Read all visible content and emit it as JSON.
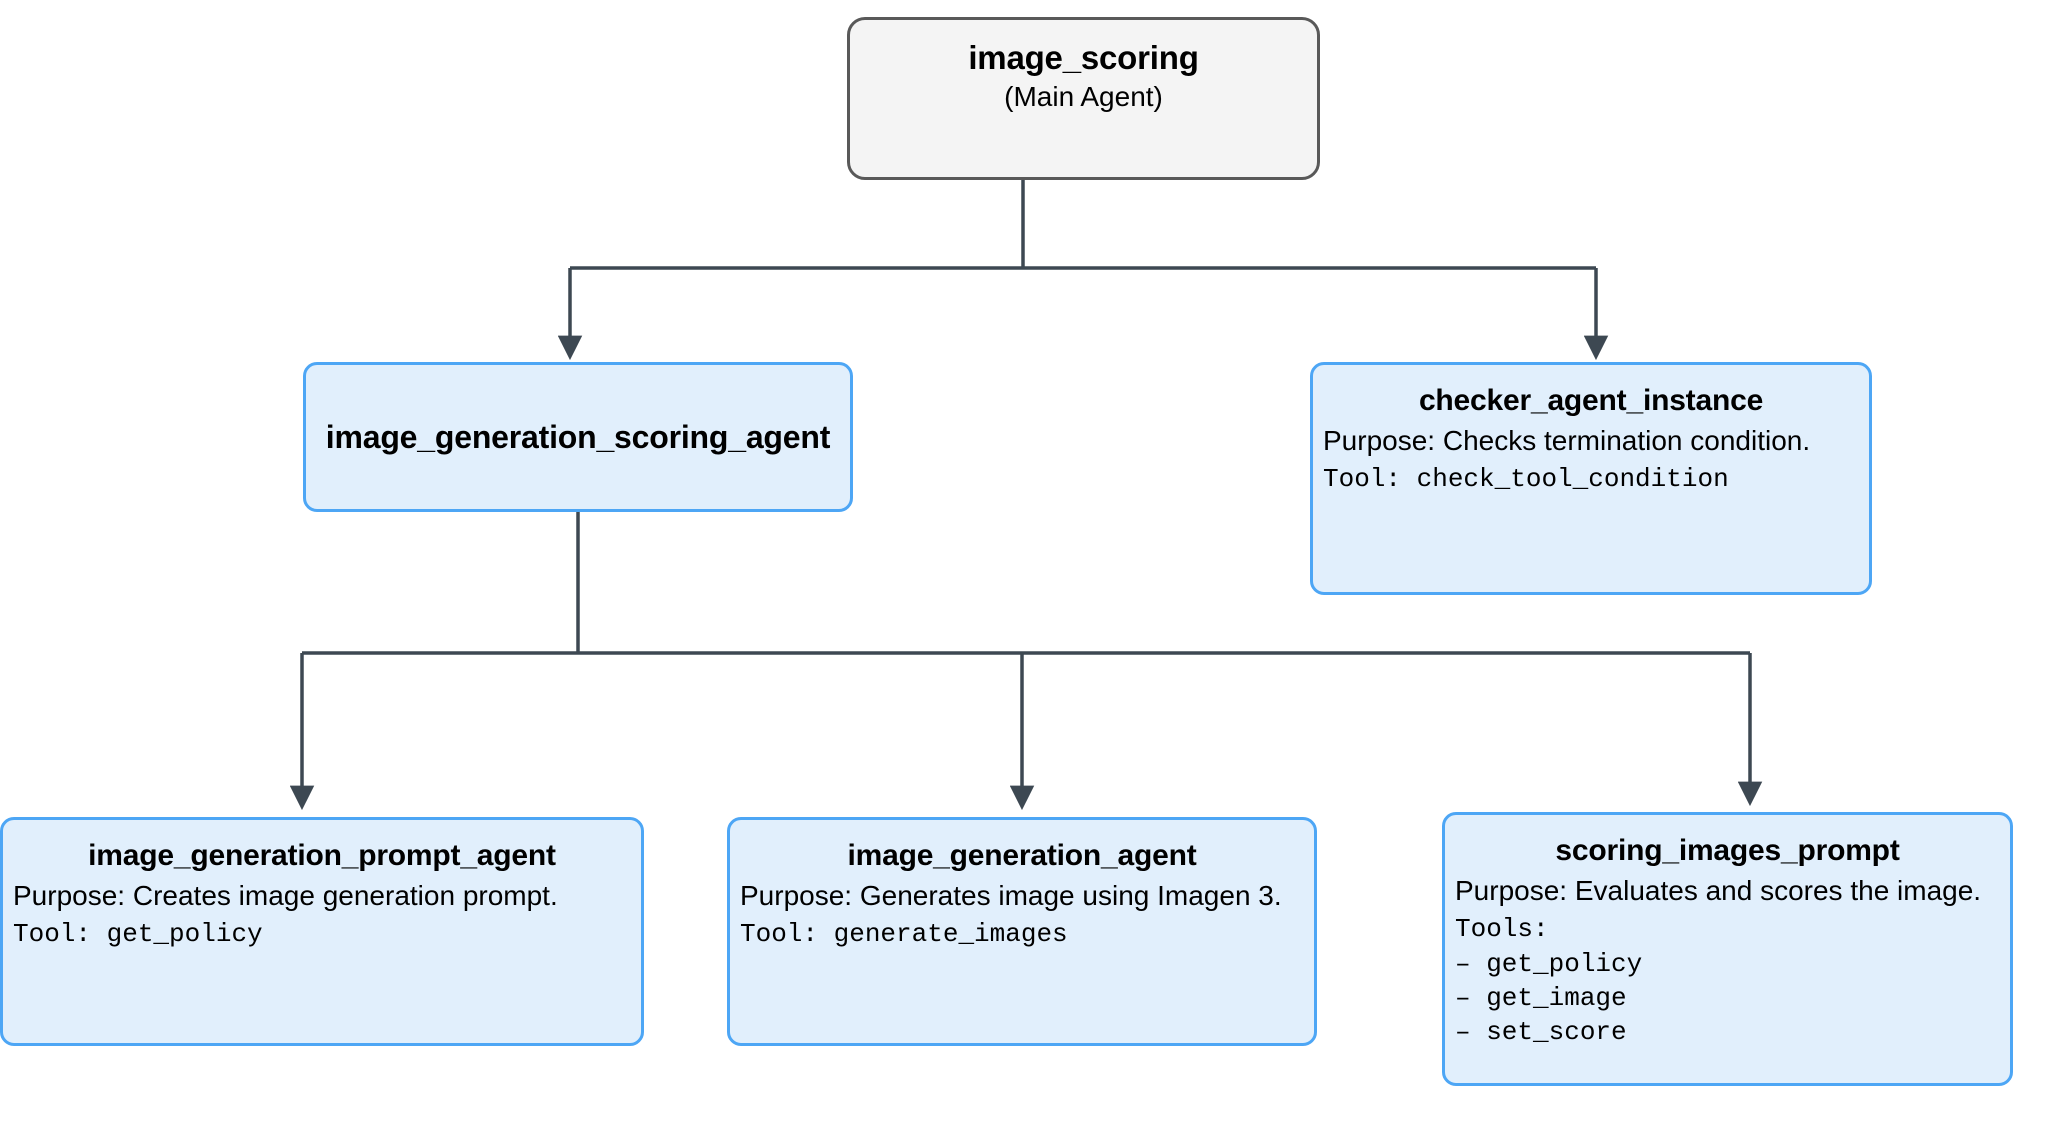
{
  "diagram": {
    "type": "agent-hierarchy-tree",
    "background_color": "#ffffff",
    "root_fill": "#f4f4f4",
    "root_border": "#595959",
    "agent_fill": "#e1effc",
    "agent_border": "#4da6f5",
    "edge_color": "#3d4852"
  },
  "nodes": {
    "root": {
      "title": "image_scoring",
      "subtitle": "(Main Agent)"
    },
    "scoring_agent": {
      "title": "image_generation_scoring_agent"
    },
    "checker": {
      "title": "checker_agent_instance",
      "purpose": "Purpose: Checks termination condition.",
      "tool_label": "Tool: ",
      "tool_value": "check_tool_condition"
    },
    "prompt_agent": {
      "title": "image_generation_prompt_agent",
      "purpose": "Purpose: Creates image generation prompt.",
      "tool_label": "Tool: ",
      "tool_value": "get_policy"
    },
    "generation_agent": {
      "title": "image_generation_agent",
      "purpose": "Purpose: Generates image using Imagen 3.",
      "tool_label": "Tool: ",
      "tool_value": "generate_images"
    },
    "scoring_prompt": {
      "title": "scoring_images_prompt",
      "purpose": "Purpose: Evaluates and scores the image.",
      "tools_label": "Tools:",
      "tools": [
        "– get_policy",
        "– get_image",
        "– set_score"
      ]
    }
  }
}
